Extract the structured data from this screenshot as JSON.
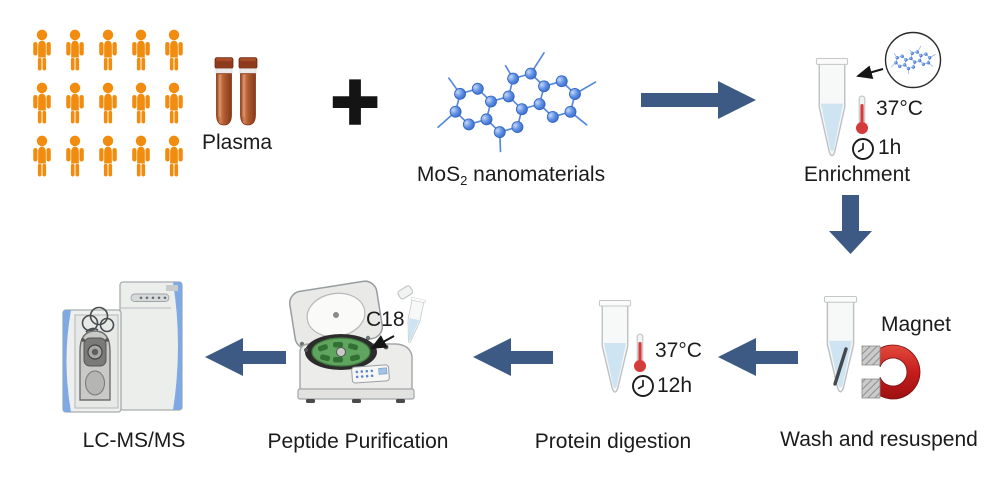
{
  "diagram": {
    "cohort": {
      "rows": 3,
      "cols": 5,
      "count": 15
    },
    "plasma": {
      "label": "Plasma"
    },
    "plus_icon": "+",
    "nanomaterial": {
      "prefix": "MoS",
      "sub": "2",
      "suffix": " nanomaterials"
    },
    "enrichment": {
      "temp": "37°C",
      "time": "1h",
      "label": "Enrichment"
    },
    "wash": {
      "magnet_label": "Magnet",
      "label": "Wash and resuspend"
    },
    "digestion": {
      "temp": "37°C",
      "time": "12h",
      "label": "Protein digestion"
    },
    "purification": {
      "c18_label": "C18",
      "label": "Peptide Purification"
    },
    "lcms": {
      "label": "LC-MS/MS"
    }
  },
  "colors": {
    "arrow_navy": "#3d5a85",
    "person_orange": "#f28c0f",
    "lattice_blue": "#5588dd",
    "liquid_blue": "#cfe4f3",
    "thermometer_red": "#d63b3b",
    "magnet_red": "#d42222",
    "plasma_brown": "#a9552e",
    "text": "#1b1b1b",
    "background": "#ffffff"
  }
}
